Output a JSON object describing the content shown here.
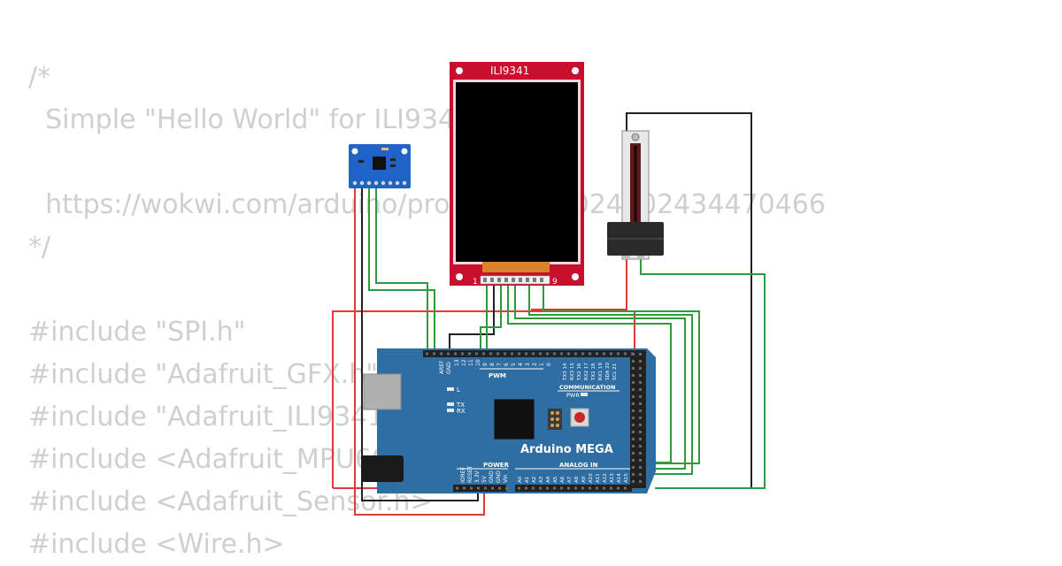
{
  "code_lines": [
    "/*",
    "  Simple \"Hello World\" for ILI9341 LCD",
    "",
    "  https://wokwi.com/arduino/projects/308024602434470466",
    "*/",
    "",
    "#include \"SPI.h\"",
    "#include \"Adafruit_GFX.h\"",
    "#include \"Adafruit_ILI9341.h\"",
    "#include <Adafruit_MPU6050.h>",
    "#include <Adafruit_Sensor.h>",
    "#include <Wire.h>"
  ],
  "display": {
    "label": "ILI9341",
    "pin_first": "1",
    "pin_last": "9",
    "screen_color": "#000000",
    "board_color": "#c8102e"
  },
  "arduino": {
    "name": "Arduino MEGA",
    "color": "#2f6ea3",
    "labels": {
      "pwm": "PWM",
      "communication": "COMMUNICATION",
      "power": "POWER",
      "analog_in": "ANALOG IN",
      "pwr": "PWR",
      "led_l": "L",
      "led_tx": "TX",
      "led_rx": "RX",
      "aref": "AREF",
      "gnd": "GND",
      "ioref": "IOREF",
      "reset": "RESET",
      "v33": "3.3V",
      "v5": "5V",
      "gnd1": "GND",
      "gnd2": "GND",
      "vin": "Vin"
    },
    "digital_pins": [
      "13",
      "12",
      "11",
      "10",
      "9",
      "8",
      "7",
      "6",
      "5",
      "4",
      "3",
      "2",
      "1",
      "0"
    ],
    "comm_pins": [
      "TX3 14",
      "RX3 15",
      "TX2 16",
      "RX2 17",
      "TX1 18",
      "RX1 19",
      "SDA 20",
      "SCL 21"
    ],
    "analog_pins": [
      "A0",
      "A1",
      "A2",
      "A3",
      "A4",
      "A5",
      "A6",
      "A7",
      "A8",
      "A9",
      "A10",
      "A11",
      "A12",
      "A13",
      "A14",
      "A15"
    ]
  },
  "mpu": {
    "color": "#1f63c6"
  },
  "potentiometer": {
    "track_color": "#5a1c1c"
  },
  "wire_colors": {
    "red": "#e53935",
    "green": "#2e9a3c",
    "black": "#222222"
  }
}
